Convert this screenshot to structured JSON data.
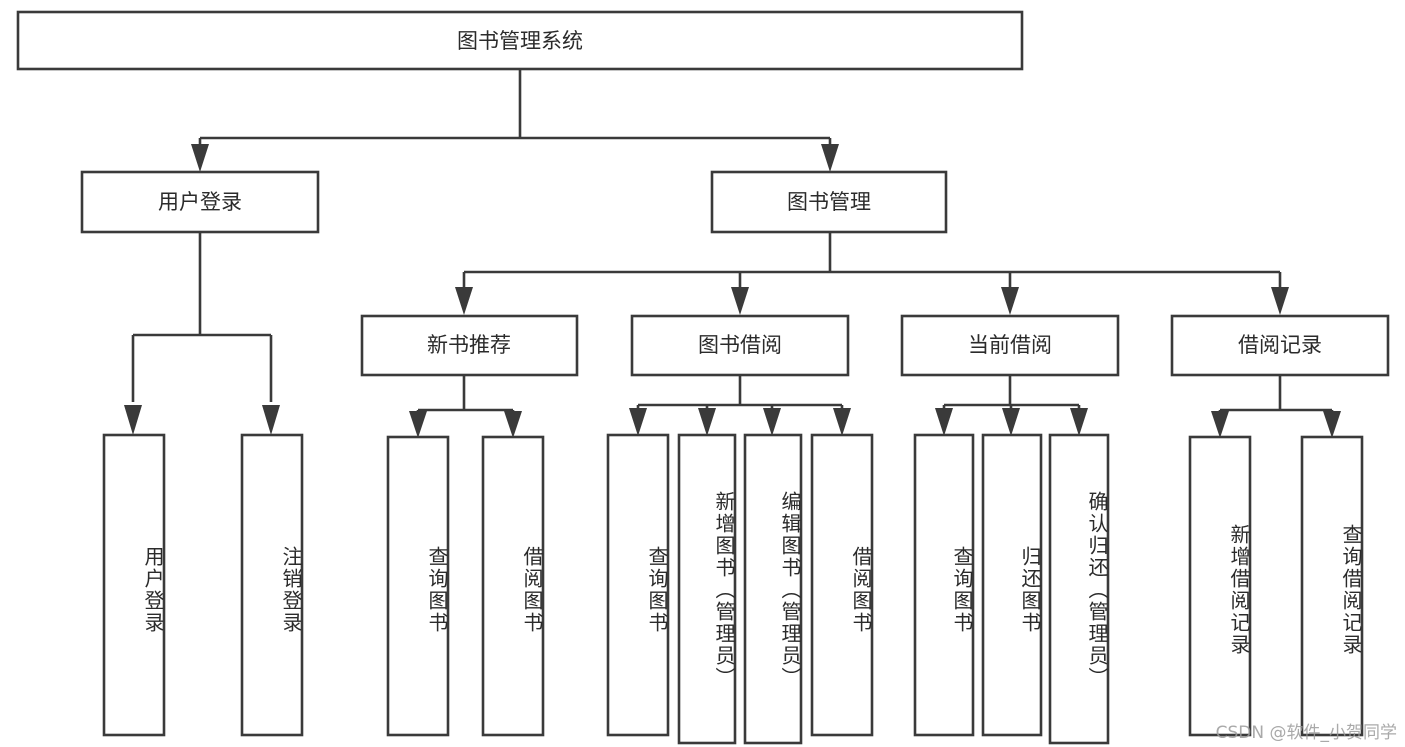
{
  "diagram": {
    "title": "图书管理系统",
    "type": "tree-hierarchy-chart",
    "root": {
      "label": "图书管理系统"
    },
    "level2": [
      {
        "label": "用户登录"
      },
      {
        "label": "图书管理"
      }
    ],
    "level3": [
      {
        "label": "新书推荐"
      },
      {
        "label": "图书借阅"
      },
      {
        "label": "当前借阅"
      },
      {
        "label": "借阅记录"
      }
    ],
    "leaves": {
      "user_login": [
        {
          "label": "用户登录"
        },
        {
          "label": "注销登录"
        }
      ],
      "new_book_recommend": [
        {
          "label": "查询图书"
        },
        {
          "label": "借阅图书"
        }
      ],
      "book_borrow": [
        {
          "label": "查询图书"
        },
        {
          "label": "新增图书（管理员）"
        },
        {
          "label": "编辑图书（管理员）"
        },
        {
          "label": "借阅图书"
        }
      ],
      "current_borrow": [
        {
          "label": "查询图书"
        },
        {
          "label": "归还图书"
        },
        {
          "label": "确认归还（管理员）"
        }
      ],
      "borrow_record": [
        {
          "label": "新增借阅记录"
        },
        {
          "label": "查询借阅记录"
        }
      ]
    },
    "watermark": "CSDN @软件_小贺同学",
    "colors": {
      "stroke": "#3a3a3a",
      "fill": "#ffffff",
      "text": "#2b2b2b",
      "watermark": "#9b9b9b"
    }
  }
}
